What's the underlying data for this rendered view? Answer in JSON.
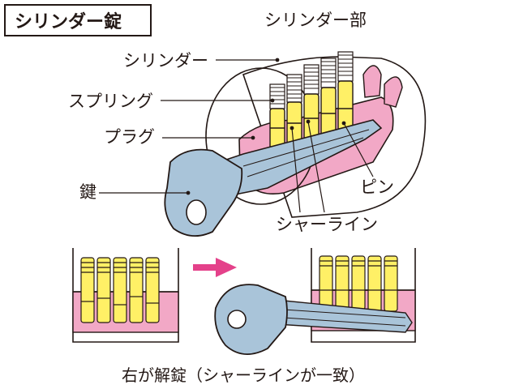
{
  "title": "シリンダー錠",
  "labels": {
    "cylinder_part": "シリンダー部",
    "cylinder": "シリンダー",
    "spring": "スプリング",
    "plug": "プラグ",
    "key": "鍵",
    "pin": "ピン",
    "shear_line": "シャーライン"
  },
  "caption": "右が解錠（シャーラインが一致）",
  "colors": {
    "ink": "#231815",
    "key_fill": "#a9c4d9",
    "plug_fill": "#f2a8c6",
    "pin_fill": "#fff066",
    "arrow": "#e4418a",
    "cylinder_glass": "#ffffff"
  }
}
